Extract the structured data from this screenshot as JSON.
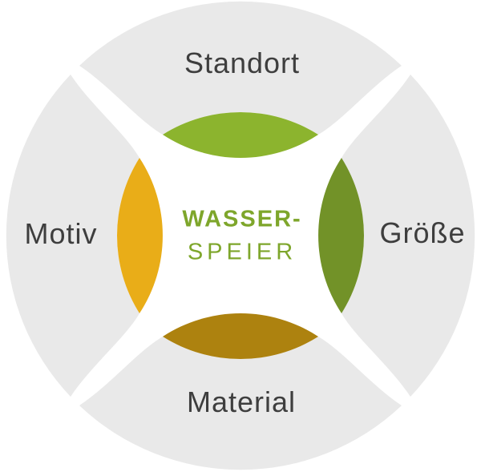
{
  "diagram": {
    "title_center": {
      "line1": "WASSER-",
      "line2": "SPEIER"
    },
    "segments": [
      {
        "id": "top",
        "label": "Standort",
        "lens_color": "#8cb42e"
      },
      {
        "id": "right",
        "label": "Größe",
        "lens_color": "#729228"
      },
      {
        "id": "bottom",
        "label": "Material",
        "lens_color": "#ad820f"
      },
      {
        "id": "left",
        "label": "Motiv",
        "lens_color": "#e9ad18"
      }
    ],
    "colors": {
      "segment_bg": "#e9e9e9",
      "label_text": "#3e3e3e",
      "center_text": "#7ea62b",
      "background": "#ffffff"
    }
  }
}
